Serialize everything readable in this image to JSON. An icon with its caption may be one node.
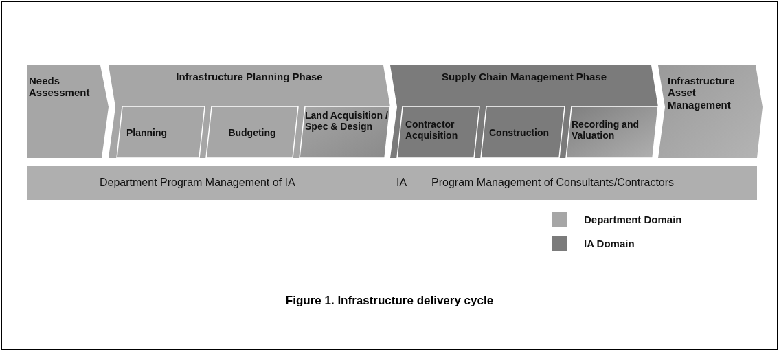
{
  "diagram": {
    "caption": "Figure 1. Infrastructure delivery cycle",
    "nodes": [
      {
        "text": [
          "Needs Assessment"
        ]
      },
      {
        "text": [
          "Infrastructure Planning Phase"
        ]
      },
      {
        "text": [
          "Planning"
        ],
        "in": 1
      },
      {
        "text": [
          "Budgeting"
        ],
        "in": 1
      },
      {
        "text": [
          "Land Acquisition / Spec & Design"
        ],
        "in": 1
      },
      {
        "text": [
          "Supply Chain Management Phase"
        ]
      },
      {
        "text": [
          "Contractor Acquisition"
        ],
        "in": 5
      },
      {
        "text": [
          "Construction"
        ],
        "in": 5
      },
      {
        "text": [
          "Recording and Valuation"
        ],
        "in": 5
      },
      {
        "text": [
          "Infrastructure Asset Management"
        ]
      },
      {
        "text": [
          "Department Program Management of IA",
          "IA",
          "Program Management of Consultants/Contractors"
        ]
      }
    ],
    "legend": [
      {
        "text": "Department Domain",
        "color": "#a6a6a6"
      },
      {
        "text": "IA Domain",
        "color": "#7b7b7b"
      }
    ]
  }
}
